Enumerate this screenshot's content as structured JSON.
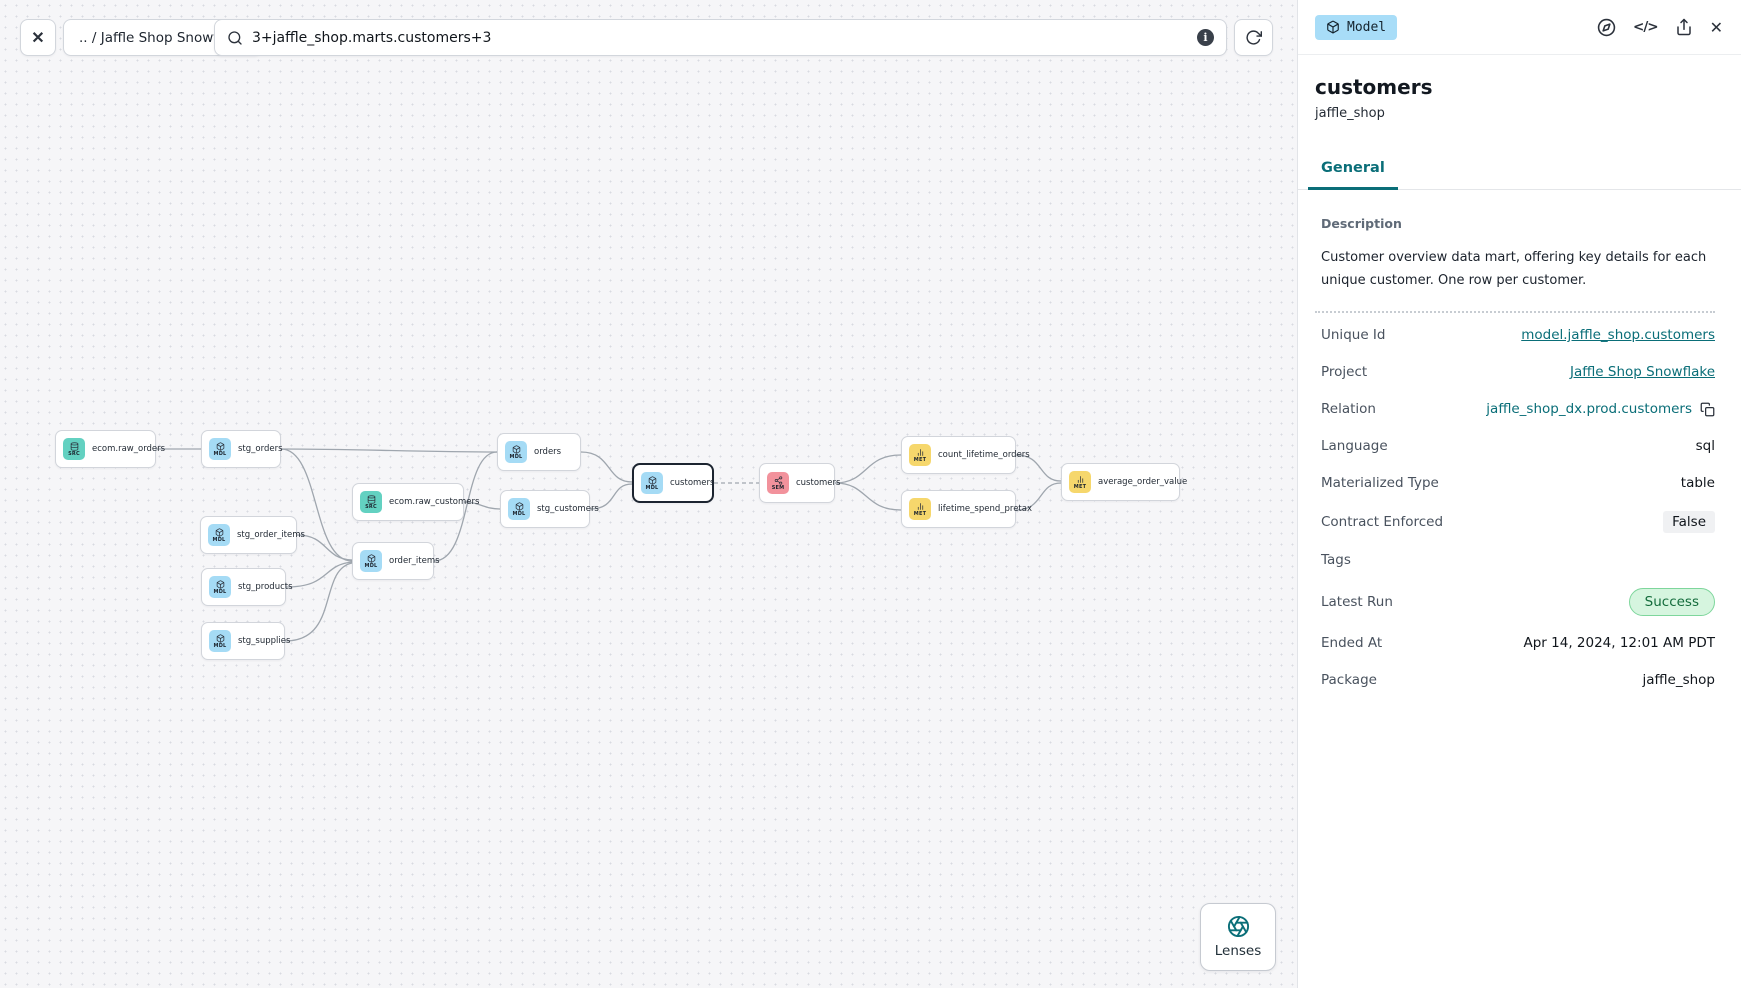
{
  "toolbar": {
    "close_label": "✕",
    "breadcrumb": ".. / Jaffle Shop Snowflake",
    "search_value": "3+jaffle_shop.marts.customers+3",
    "info_glyph": "i"
  },
  "canvas": {
    "nodes": [
      {
        "label": "ecom.raw_orders",
        "type": "SRC"
      },
      {
        "label": "stg_orders",
        "type": "MDL"
      },
      {
        "label": "ecom.raw_customers",
        "type": "SRC"
      },
      {
        "label": "stg_order_items",
        "type": "MDL"
      },
      {
        "label": "stg_products",
        "type": "MDL"
      },
      {
        "label": "stg_supplies",
        "type": "MDL"
      },
      {
        "label": "order_items",
        "type": "MDL"
      },
      {
        "label": "orders",
        "type": "MDL"
      },
      {
        "label": "stg_customers",
        "type": "MDL"
      },
      {
        "label": "customers",
        "type": "MDL"
      },
      {
        "label": "customers",
        "type": "SEM"
      },
      {
        "label": "count_lifetime_orders",
        "type": "MET"
      },
      {
        "label": "lifetime_spend_pretax",
        "type": "MET"
      },
      {
        "label": "average_order_value",
        "type": "MET"
      }
    ],
    "lenses_label": "Lenses"
  },
  "panel": {
    "type_badge": "Model",
    "code_glyph": "</>",
    "close_glyph": "✕",
    "title": "customers",
    "subtitle": "jaffle_shop",
    "tabs": [
      {
        "label": "General"
      }
    ],
    "description_label": "Description",
    "description": "Customer overview data mart, offering key details for each unique customer. One row per customer.",
    "fields": {
      "unique_id": {
        "label": "Unique Id",
        "value": "model.jaffle_shop.customers"
      },
      "project": {
        "label": "Project",
        "value": "Jaffle Shop Snowflake"
      },
      "relation": {
        "label": "Relation",
        "value": "jaffle_shop_dx.prod.customers"
      },
      "language": {
        "label": "Language",
        "value": "sql"
      },
      "materialized_type": {
        "label": "Materialized Type",
        "value": "table"
      },
      "contract_enforced": {
        "label": "Contract Enforced",
        "value": "False"
      },
      "tags": {
        "label": "Tags",
        "value": ""
      },
      "latest_run": {
        "label": "Latest Run",
        "value": "Success"
      },
      "ended_at": {
        "label": "Ended At",
        "value": "Apr 14, 2024, 12:01 AM PDT"
      },
      "package": {
        "label": "Package",
        "value": "jaffle_shop"
      }
    }
  },
  "colors": {
    "accent_teal": "#0a6e78",
    "success_bg": "#d6f5df",
    "success_border": "#7ed69c",
    "success_text": "#146c3c",
    "src_badge": "#63d1c1",
    "mdl_badge": "#a5dbf5",
    "met_badge": "#f6d76c",
    "sem_badge": "#f2929c"
  }
}
